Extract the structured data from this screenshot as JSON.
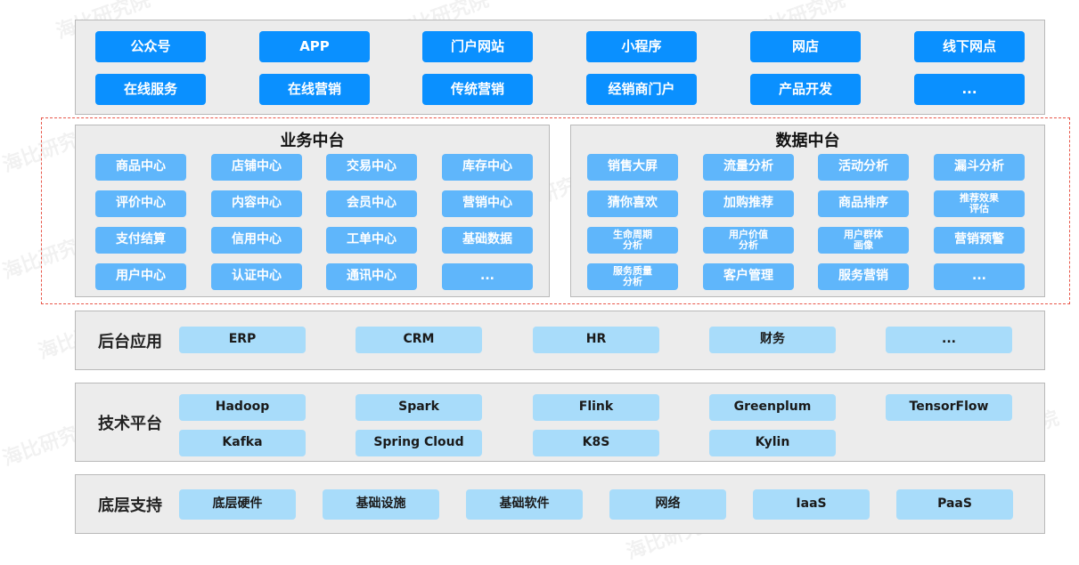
{
  "channels": {
    "row1": [
      "公众号",
      "APP",
      "门户网站",
      "小程序",
      "网店",
      "线下网点"
    ],
    "row2": [
      "在线服务",
      "在线营销",
      "传统营销",
      "经销商门户",
      "产品开发",
      "..."
    ]
  },
  "business": {
    "title": "业务中台",
    "items": [
      "商品中心",
      "店铺中心",
      "交易中心",
      "库存中心",
      "评价中心",
      "内容中心",
      "会员中心",
      "营销中心",
      "支付结算",
      "信用中心",
      "工单中心",
      "基础数据",
      "用户中心",
      "认证中心",
      "通讯中心",
      "..."
    ]
  },
  "data_center": {
    "title": "数据中台",
    "items": [
      "销售大屏",
      "流量分析",
      "活动分析",
      "漏斗分析",
      "猜你喜欢",
      "加购推荐",
      "商品排序",
      "推荐效果\n评估",
      "生命周期\n分析",
      "用户价值\n分析",
      "用户群体\n画像",
      "营销预警",
      "服务质量\n分析",
      "客户管理",
      "服务营销",
      "..."
    ]
  },
  "backend": {
    "label": "后台应用",
    "items": [
      "ERP",
      "CRM",
      "HR",
      "财务",
      "..."
    ]
  },
  "tech": {
    "label": "技术平台",
    "items": [
      "Hadoop",
      "Spark",
      "Flink",
      "Greenplum",
      "TensorFlow",
      "Kafka",
      "Spring Cloud",
      "K8S",
      "Kylin"
    ]
  },
  "infra": {
    "label": "底层支持",
    "items": [
      "底层硬件",
      "基础设施",
      "基础软件",
      "网络",
      "IaaS",
      "PaaS"
    ]
  },
  "watermark": "海比研究院",
  "colors": {
    "primary": "#0a90ff",
    "mid": "#5fb6fb",
    "light": "#a8dcfa",
    "panel": "#ececec",
    "dashed": "#e8574a"
  }
}
